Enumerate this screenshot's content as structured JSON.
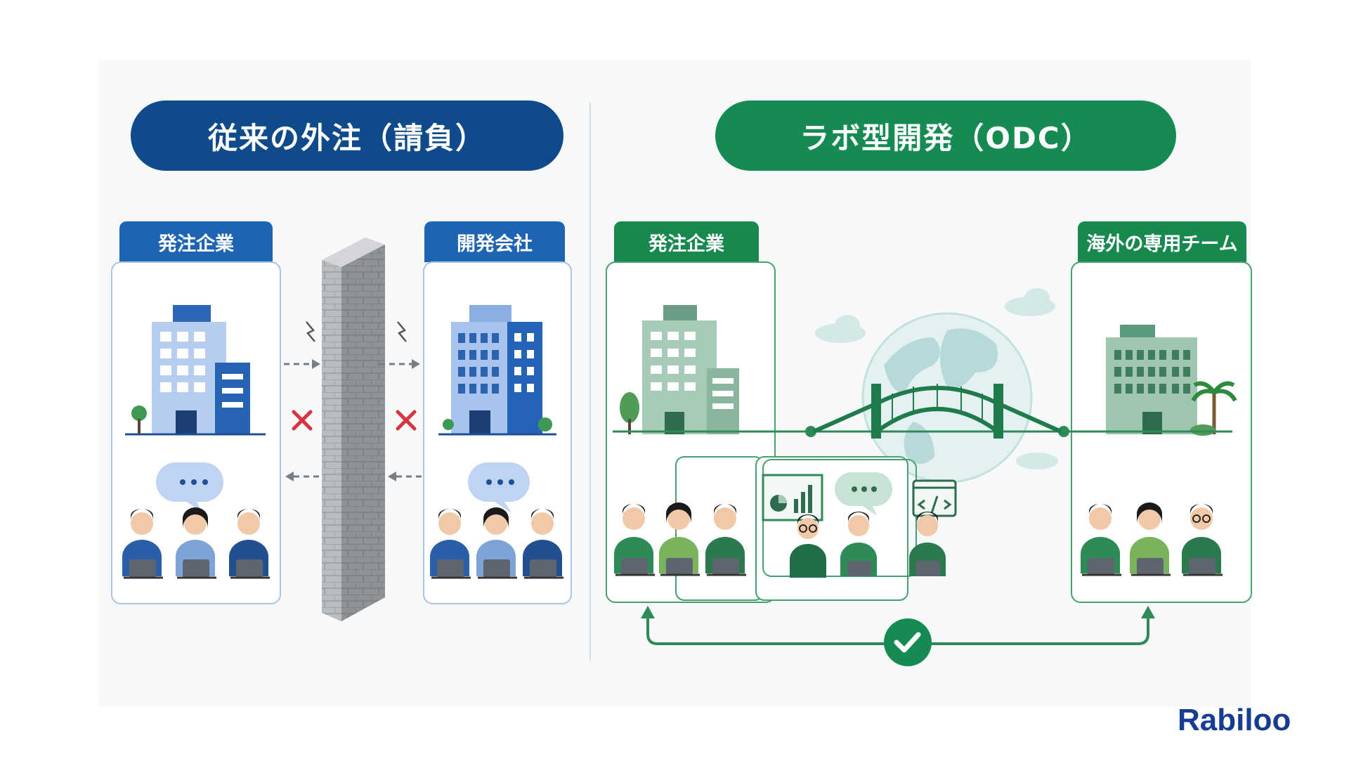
{
  "left_panel": {
    "title": "従来の外注（請負）",
    "client_label": "発注企業",
    "vendor_label": "開発会社"
  },
  "right_panel": {
    "title": "ラボ型開発（ODC）",
    "client_label": "発注企業",
    "team_label": "海外の専用チーム"
  },
  "brand": {
    "logo_text": "Rabiloo"
  },
  "icons": {
    "blocked": "cross-icon",
    "success": "check-icon",
    "chat": "chat-bubble-icon",
    "chart": "chart-icon",
    "code": "code-icon"
  },
  "colors": {
    "blue_dark": "#0f4a8a",
    "blue": "#1e64b4",
    "green": "#17894f",
    "red": "#d9333f"
  }
}
